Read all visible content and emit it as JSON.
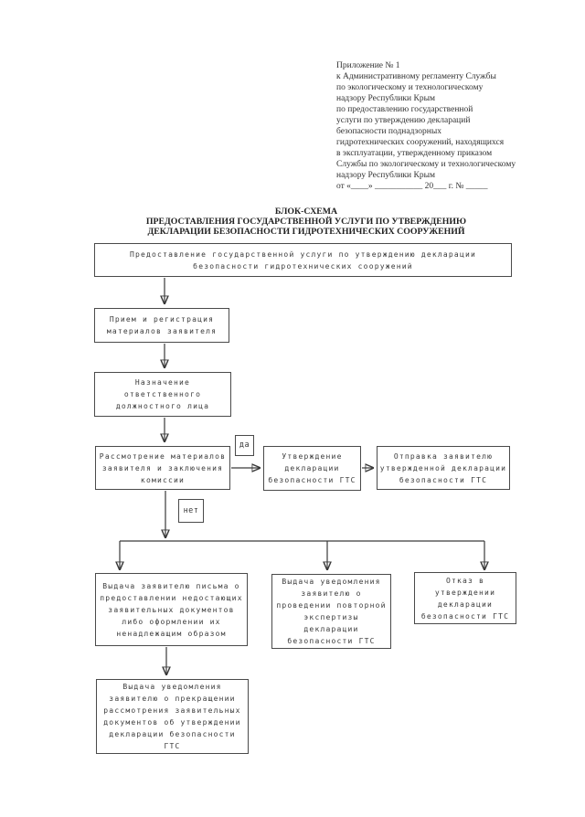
{
  "appendix": {
    "lines": [
      "Приложение № 1",
      "к Административному регламенту Службы",
      "по экологическому и технологическому",
      "надзору Республики Крым",
      "по предоставлению государственной",
      "услуги по утверждению деклараций",
      "безопасности поднадзорных",
      "гидротехнических сооружений, находящихся",
      "в эксплуатации, утвержденному приказом",
      "Службы по экологическому и технологическому",
      "надзору Республики Крым",
      "от «____» ___________ 20___  г. № _____"
    ]
  },
  "title": {
    "lines": [
      "БЛОК-СХЕМА",
      "ПРЕДОСТАВЛЕНИЯ ГОСУДАРСТВЕННОЙ УСЛУГИ ПО УТВЕРЖДЕНИЮ",
      "ДЕКЛАРАЦИИ БЕЗОПАСНОСТИ ГИДРОТЕХНИЧЕСКИХ СООРУЖЕНИЙ"
    ]
  },
  "flowchart": {
    "type": "flowchart",
    "boxes": {
      "start": "Предоставление государственной услуги по утверждению декларации безопасности гидротехнических сооружений",
      "reception": "Прием и регистрация материалов заявителя",
      "assignment": "Назначение ответственного должностного лица",
      "review": "Рассмотрение материалов заявителя и заключения комиссии",
      "approve": "Утверждение декларации безопасности ГТС",
      "send": "Отправка заявителю утвержденной декларации безопасности ГТС",
      "letter": "Выдача заявителю письма о предоставлении недостающих заявительных документов либо оформлении их ненадлежащим образом",
      "repeat_expertise": "Выдача уведомления заявителю о проведении повторной экспертизы декларации безопасности ГТС",
      "refuse": "Отказ в утверждении декларации безопасности ГТС",
      "termination": "Выдача уведомления заявителю о прекращении рассмотрения заявительных документов об утверждении декларации безопасности ГТС"
    },
    "decision_labels": {
      "yes": "да",
      "no": "нет"
    }
  },
  "colors": {
    "ink": "#3a3a3a",
    "paper": "#ffffff"
  }
}
